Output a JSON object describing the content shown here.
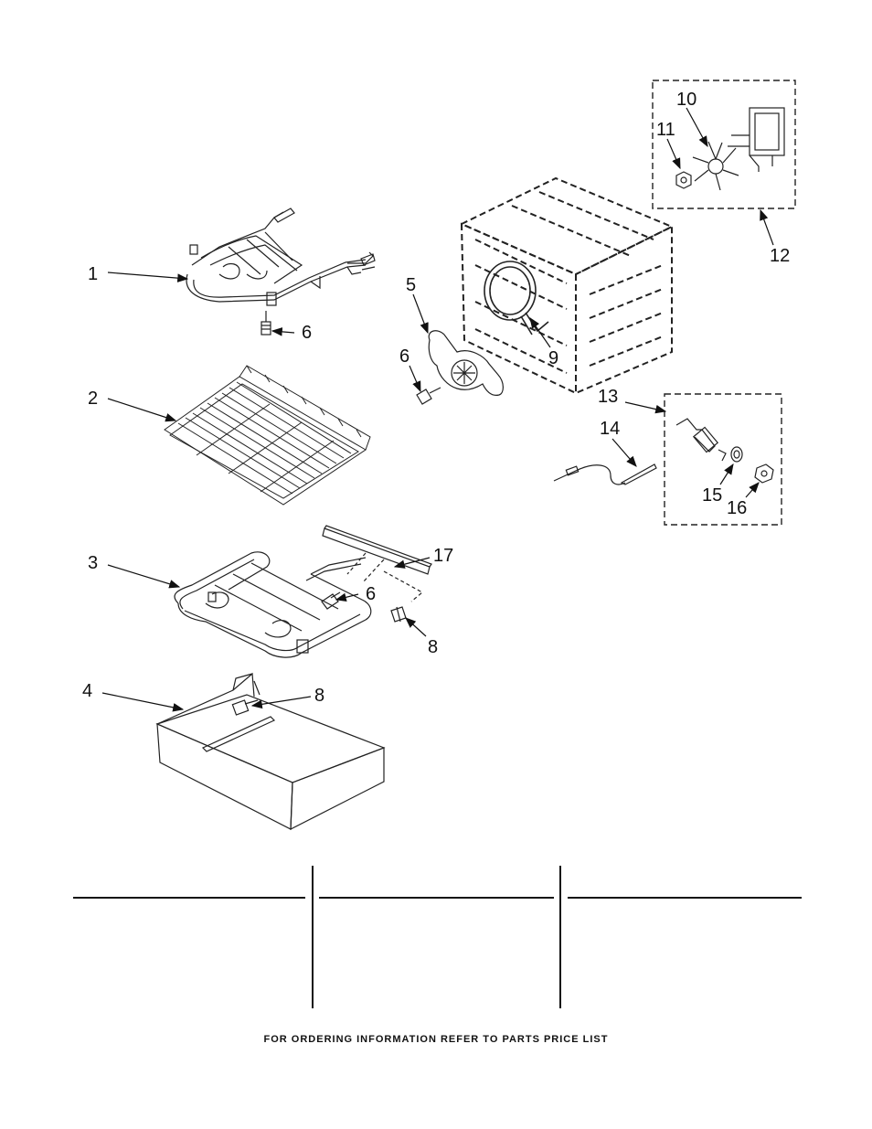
{
  "callouts": {
    "c1": "1",
    "c2": "2",
    "c3": "3",
    "c4": "4",
    "c5": "5",
    "c6a": "6",
    "c6b": "6",
    "c6c": "6",
    "c8a": "8",
    "c8b": "8",
    "c9": "9",
    "c10": "10",
    "c11": "11",
    "c12": "12",
    "c13": "13",
    "c14": "14",
    "c15": "15",
    "c16": "16",
    "c17": "17"
  },
  "footer_text": "FOR ORDERING INFORMATION REFER TO PARTS PRICE LIST",
  "colors": {
    "ink": "#111111",
    "background": "#ffffff"
  }
}
